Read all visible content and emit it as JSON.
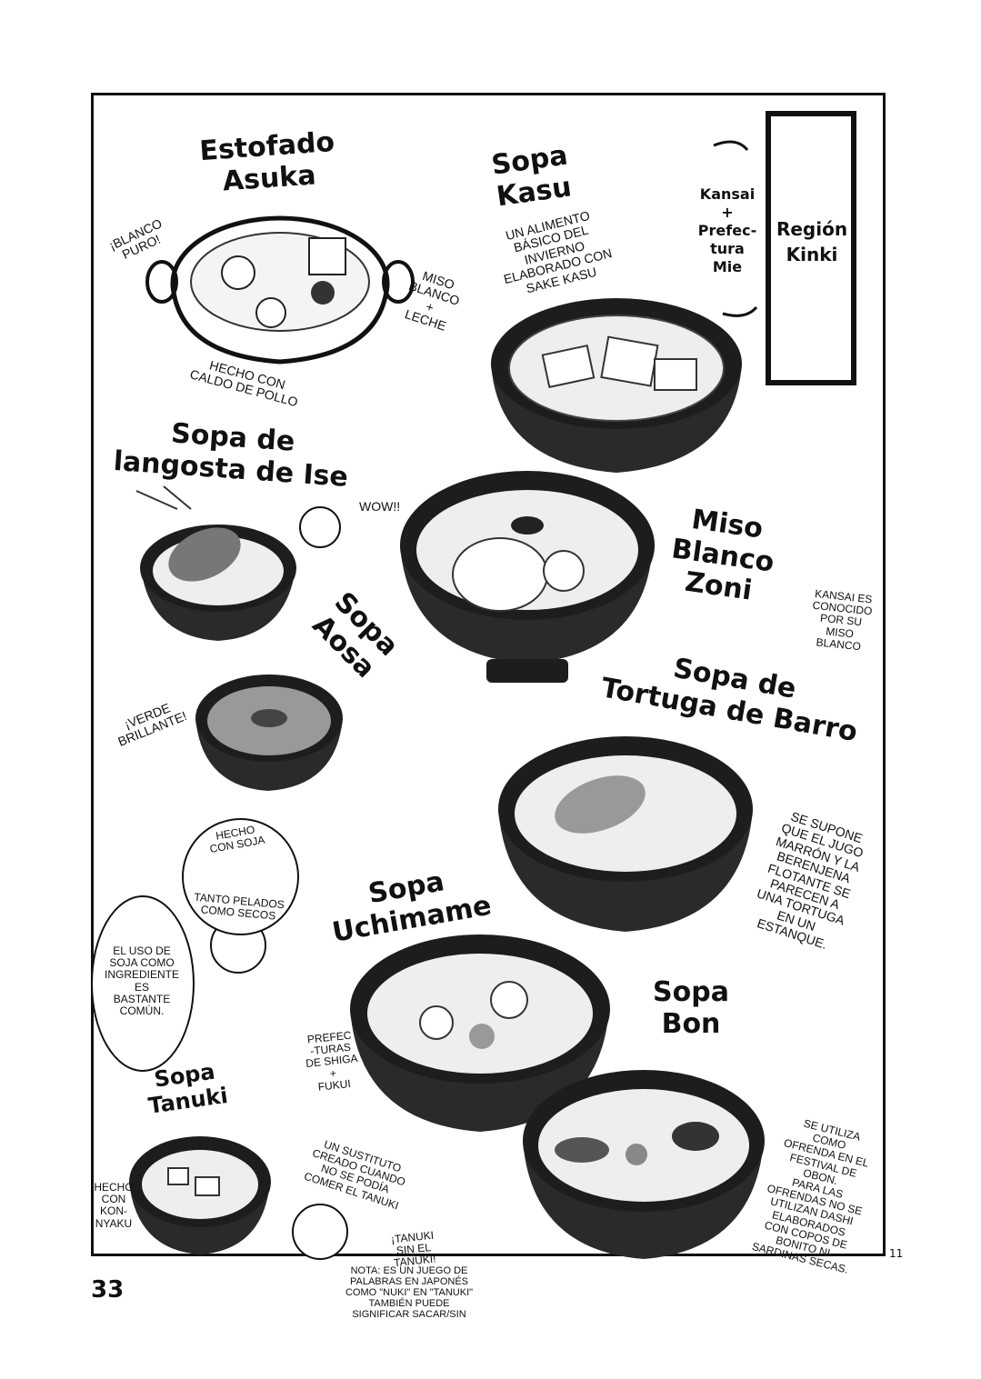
{
  "region": {
    "label": "Región\nKinki",
    "subtitle": "Kansai\n+\nPrefec-\ntura\nMie"
  },
  "dishes": {
    "asuka": {
      "title": "Estofado\nAsuka",
      "note_left": "¡BLANCO\nPURO!",
      "note_right": "MISO\nBLANCO\n+\nLECHE",
      "note_bottom": "HECHO CON\nCALDO DE POLLO"
    },
    "kasu": {
      "title": "Sopa\nKasu",
      "note": "UN ALIMENTO\nBÁSICO DEL\nINVIERNO\nELABORADO CON\nSAKE KASU"
    },
    "ise": {
      "title": "Sopa de\nlangosta de Ise",
      "note": "WOW!!"
    },
    "zoni": {
      "title": "Miso\nBlanco\nZoni",
      "note": "KANSAI ES\nCONOCIDO\nPOR SU\nMISO\nBLANCO"
    },
    "aosa": {
      "title": "Sopa\nAosa",
      "note": "¡VERDE\nBRILLANTE!"
    },
    "tortuga": {
      "title": "Sopa de\nTortuga de Barro",
      "note": "SE SUPONE\nQUE EL JUGO\nMARRÓN Y LA\nBERENJENA\nFLOTANTE SE\nPARECEN A\nUNA TORTUGA\nEN UN\nESTANQUE."
    },
    "uchimame": {
      "title": "Sopa\nUchimame",
      "bubble_top": "HECHO\nCON SOJA",
      "bubble_bottom": "TANTO PELADOS\nCOMO SECOS",
      "bubble_left": "EL USO DE\nSOJA COMO\nINGREDIENTE\nES\nBASTANTE\nCOMÚN.",
      "note": "PREFEC\n-TURAS\nDE SHIGA\n+\nFUKUI"
    },
    "bon": {
      "title": "Sopa\nBon",
      "note": "SE UTILIZA\nCOMO\nOFRENDA EN EL\nFESTIVAL DE\nOBON.\nPARA LAS\nOFRENDAS NO SE\nUTILIZAN DASHI\nELABORADOS\nCON COPOS DE\nBONITO NI\nSARDINAS SECAS."
    },
    "tanuki": {
      "title": "Sopa\nTanuki",
      "note_left": "HECHO\nCON\nKON-\nNYAKU",
      "note_center": "UN SUSTITUTO\nCREADO CUANDO\nNO SE PODÍA\nCOMER EL TANUKI",
      "note_right": "¡TANUKI\nSIN EL\nTANUKI!"
    }
  },
  "footer": {
    "page_number": "33",
    "sheet_number": "11",
    "footnote": "NOTA: ES UN JUEGO DE\nPALABRAS EN JAPONÉS\nCOMO \"NUKI\" EN \"TANUKI\"\nTAMBIÉN PUEDE\nSIGNIFICAR SACAR/SIN"
  }
}
